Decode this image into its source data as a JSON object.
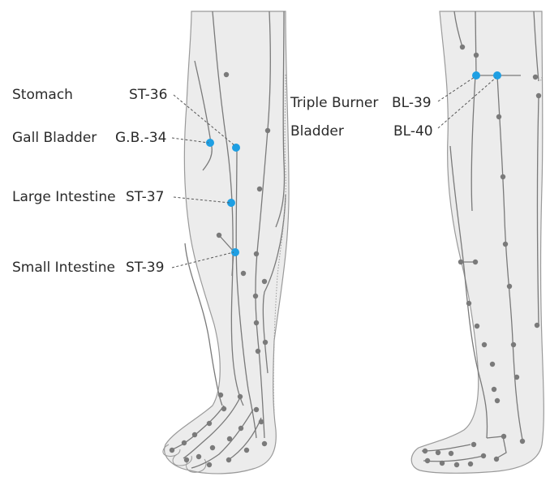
{
  "labels": {
    "stomach": "Stomach",
    "st36": "ST-36",
    "gall_bladder": "Gall Bladder",
    "gb34": "G.B.-34",
    "large_intestine": "Large Intestine",
    "st37": "ST-37",
    "small_intestine": "Small Intestine",
    "st39": "ST-39",
    "triple_burner": "Triple Burner",
    "bl39": "BL-39",
    "bladder": "Bladder",
    "bl40": "BL-40"
  },
  "colors": {
    "leg_fill": "#ececec",
    "outline": "#9a9a9a",
    "meridian": "#7a7a7a",
    "point": "#7a7a7a",
    "highlight": "#1e9fe3",
    "leader": "#555555"
  }
}
